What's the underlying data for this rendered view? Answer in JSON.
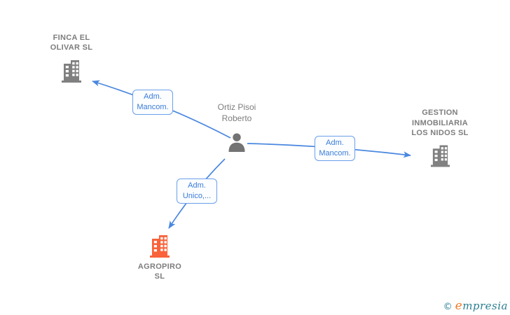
{
  "diagram": {
    "person": {
      "label_lines": [
        "Ortiz Pisoi",
        "Roberto"
      ]
    },
    "companies": {
      "finca": {
        "label_lines": [
          "FINCA EL",
          "OLIVAR SL"
        ]
      },
      "gestion": {
        "label_lines": [
          "GESTION",
          "INMOBILIARIA",
          "LOS NIDOS SL"
        ]
      },
      "agropiro": {
        "label_lines": [
          "AGROPIRO",
          "SL"
        ]
      }
    },
    "edges": [
      {
        "from": "Ortiz Pisoi Roberto",
        "to": "FINCA EL OLIVAR SL",
        "label_lines": [
          "Adm.",
          "Mancom."
        ]
      },
      {
        "from": "Ortiz Pisoi Roberto",
        "to": "GESTION INMOBILIARIA LOS NIDOS SL",
        "label_lines": [
          "Adm.",
          "Mancom."
        ]
      },
      {
        "from": "Ortiz Pisoi Roberto",
        "to": "AGROPIRO SL",
        "label_lines": [
          "Adm.",
          "Unico,..."
        ]
      }
    ],
    "colors": {
      "edge_blue": "#4a87e0",
      "edge_label_text": "#3b7cd8",
      "edge_label_border": "#6ba0ea",
      "node_gray": "#808080",
      "label_gray": "#7d7d7d",
      "company_orange": "#f9623a",
      "brand_teal": "#2a7e91",
      "brand_orange": "#ee7c2b"
    },
    "footer": {
      "copyright_symbol": "©",
      "brand_first_letter": "e",
      "brand_rest": "mpresia"
    }
  }
}
